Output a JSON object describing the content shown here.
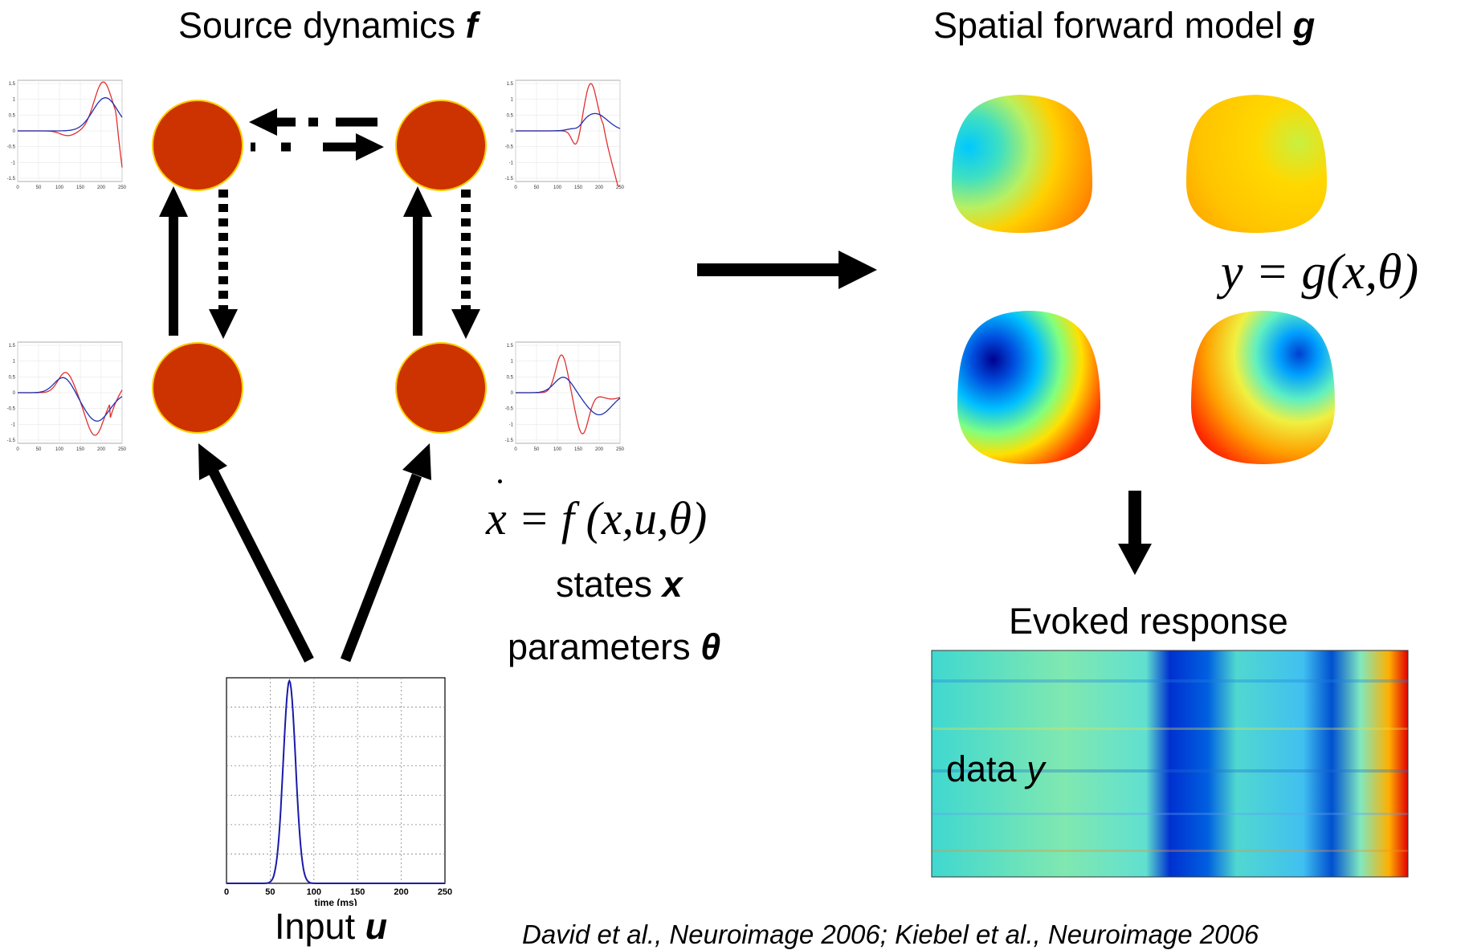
{
  "left_title": {
    "text": "Source dynamics ",
    "symbol": "f"
  },
  "right_title": {
    "text": "Spatial forward model ",
    "symbol": "g"
  },
  "equation_state": {
    "lhs": "x",
    "rhs": " = f (x,u,θ)"
  },
  "equation_forward": "y = g(x,θ)",
  "states_label": {
    "text": "states ",
    "symbol": "x"
  },
  "parameters_label": {
    "text": "parameters ",
    "symbol": "θ"
  },
  "evoked_title": "Evoked response",
  "data_label": {
    "text": "data ",
    "symbol": "y"
  },
  "input_label": {
    "text": "Input ",
    "symbol": "u"
  },
  "citation": "David et al., Neuroimage 2006; Kiebel et al., Neuroimage 2006",
  "colors": {
    "node_fill": "#cc3300",
    "node_stroke": "#ffcc00",
    "series_red": "#e03030",
    "series_blue": "#2030b0",
    "input_curve": "#1a1aa8"
  },
  "source_plots": {
    "y_ticks": [
      "1.5",
      "1",
      "0.5",
      "0",
      "-0.5",
      "-1",
      "-1.5"
    ],
    "x_ticks": [
      "0",
      "50",
      "100",
      "150",
      "200",
      "250"
    ],
    "upper_left_title": ""
  },
  "input_plot": {
    "x_ticks": [
      "0",
      "50",
      "100",
      "150",
      "200",
      "250"
    ],
    "xlabel": "time (ms)"
  }
}
